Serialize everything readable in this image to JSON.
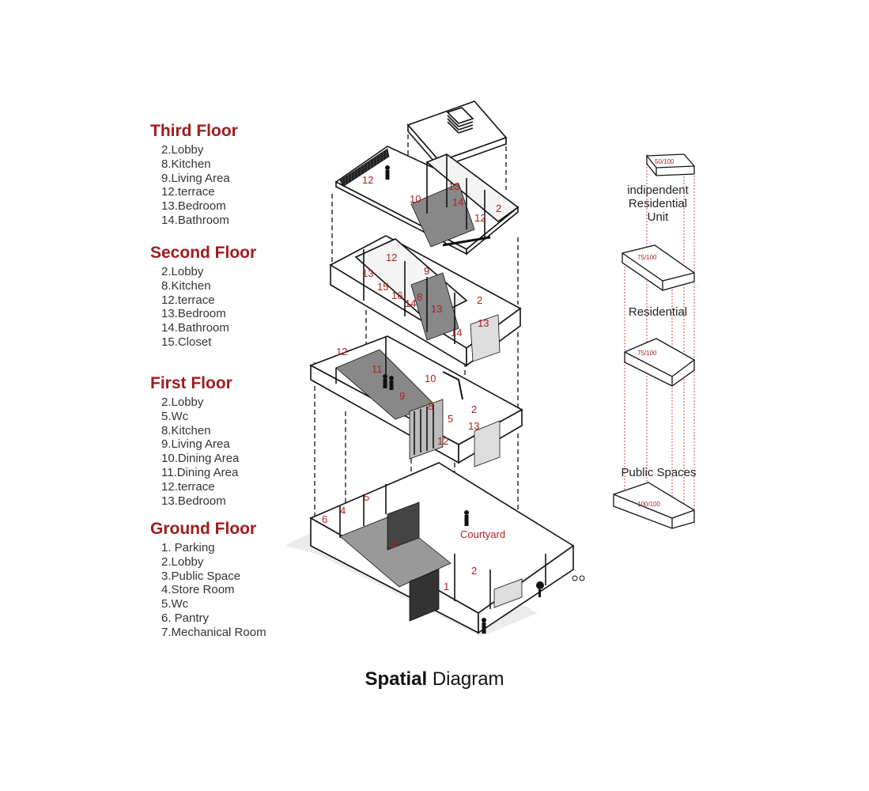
{
  "floors": {
    "third": {
      "title": "Third Floor",
      "items": [
        "2.Lobby",
        "8.Kitchen",
        "9.Living Area",
        "12.terrace",
        "13.Bedroom",
        "14.Bathroom"
      ]
    },
    "second": {
      "title": "Second Floor",
      "items": [
        "2.Lobby",
        "8.Kitchen",
        "12.terrace",
        "13.Bedroom",
        "14.Bathroom",
        "15.Closet"
      ]
    },
    "first": {
      "title": "First Floor",
      "items": [
        "2.Lobby",
        "5.Wc",
        "8.Kitchen",
        "9.Living Area",
        "10.Dining Area",
        "11.Dining Area",
        "12.terrace",
        "13.Bedroom"
      ]
    },
    "ground": {
      "title": "Ground Floor",
      "items": [
        "1. Parking",
        "2.Lobby",
        "3.Public Space",
        "4.Store Room",
        "5.Wc",
        "6. Pantry",
        "7.Mechanical Room"
      ]
    }
  },
  "caption": {
    "bold": "Spatial",
    "rest": " Diagram"
  },
  "courtyard_label": "Courtyard",
  "zones": {
    "independent": "indipendent\nResidential\nUnit",
    "residential": "Residential",
    "public": "Public Spaces",
    "ratios": [
      "50/100",
      "75/100",
      "75/100",
      "100/100"
    ]
  },
  "room_numbers": {
    "third": [
      "12",
      "10",
      "13",
      "14",
      "12",
      "2"
    ],
    "second": [
      "12",
      "13",
      "15",
      "9",
      "16",
      "8",
      "14",
      "13",
      "2",
      "13",
      "14"
    ],
    "first": [
      "12",
      "11",
      "10",
      "9",
      "8",
      "5",
      "2",
      "13",
      "12"
    ],
    "ground": [
      "6",
      "4",
      "5",
      "3",
      "1",
      "2"
    ]
  },
  "colors": {
    "accent": "#a01c1c",
    "line": "#111111",
    "floor_fill": "#9a9a9a",
    "dash": "#d03030"
  }
}
